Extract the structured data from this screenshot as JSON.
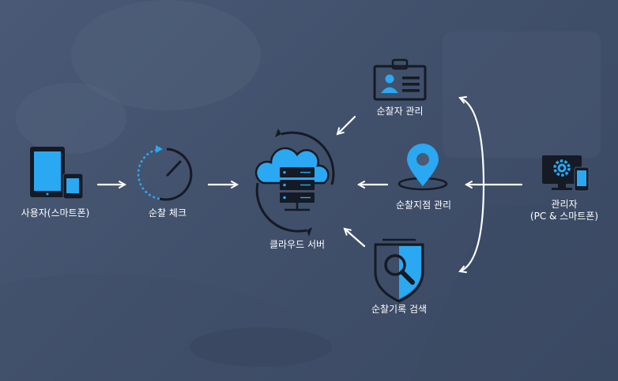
{
  "nodes": {
    "user_device": {
      "label": "사용자(스마트폰)"
    },
    "patrol_check": {
      "label": "순찰 체크"
    },
    "cloud_server": {
      "label": "클라우드 서버"
    },
    "patroller_mgmt": {
      "label": "순찰자 관리"
    },
    "checkpoint_mgmt": {
      "label": "순찰지점 관리"
    },
    "record_search": {
      "label": "순찰기록 검색"
    },
    "admin": {
      "label_line1": "관리자",
      "label_line2": "(PC & 스마트폰)"
    }
  },
  "colors": {
    "accent": "#2aa8f2",
    "dark": "#151a24",
    "text": "#ffffff"
  }
}
